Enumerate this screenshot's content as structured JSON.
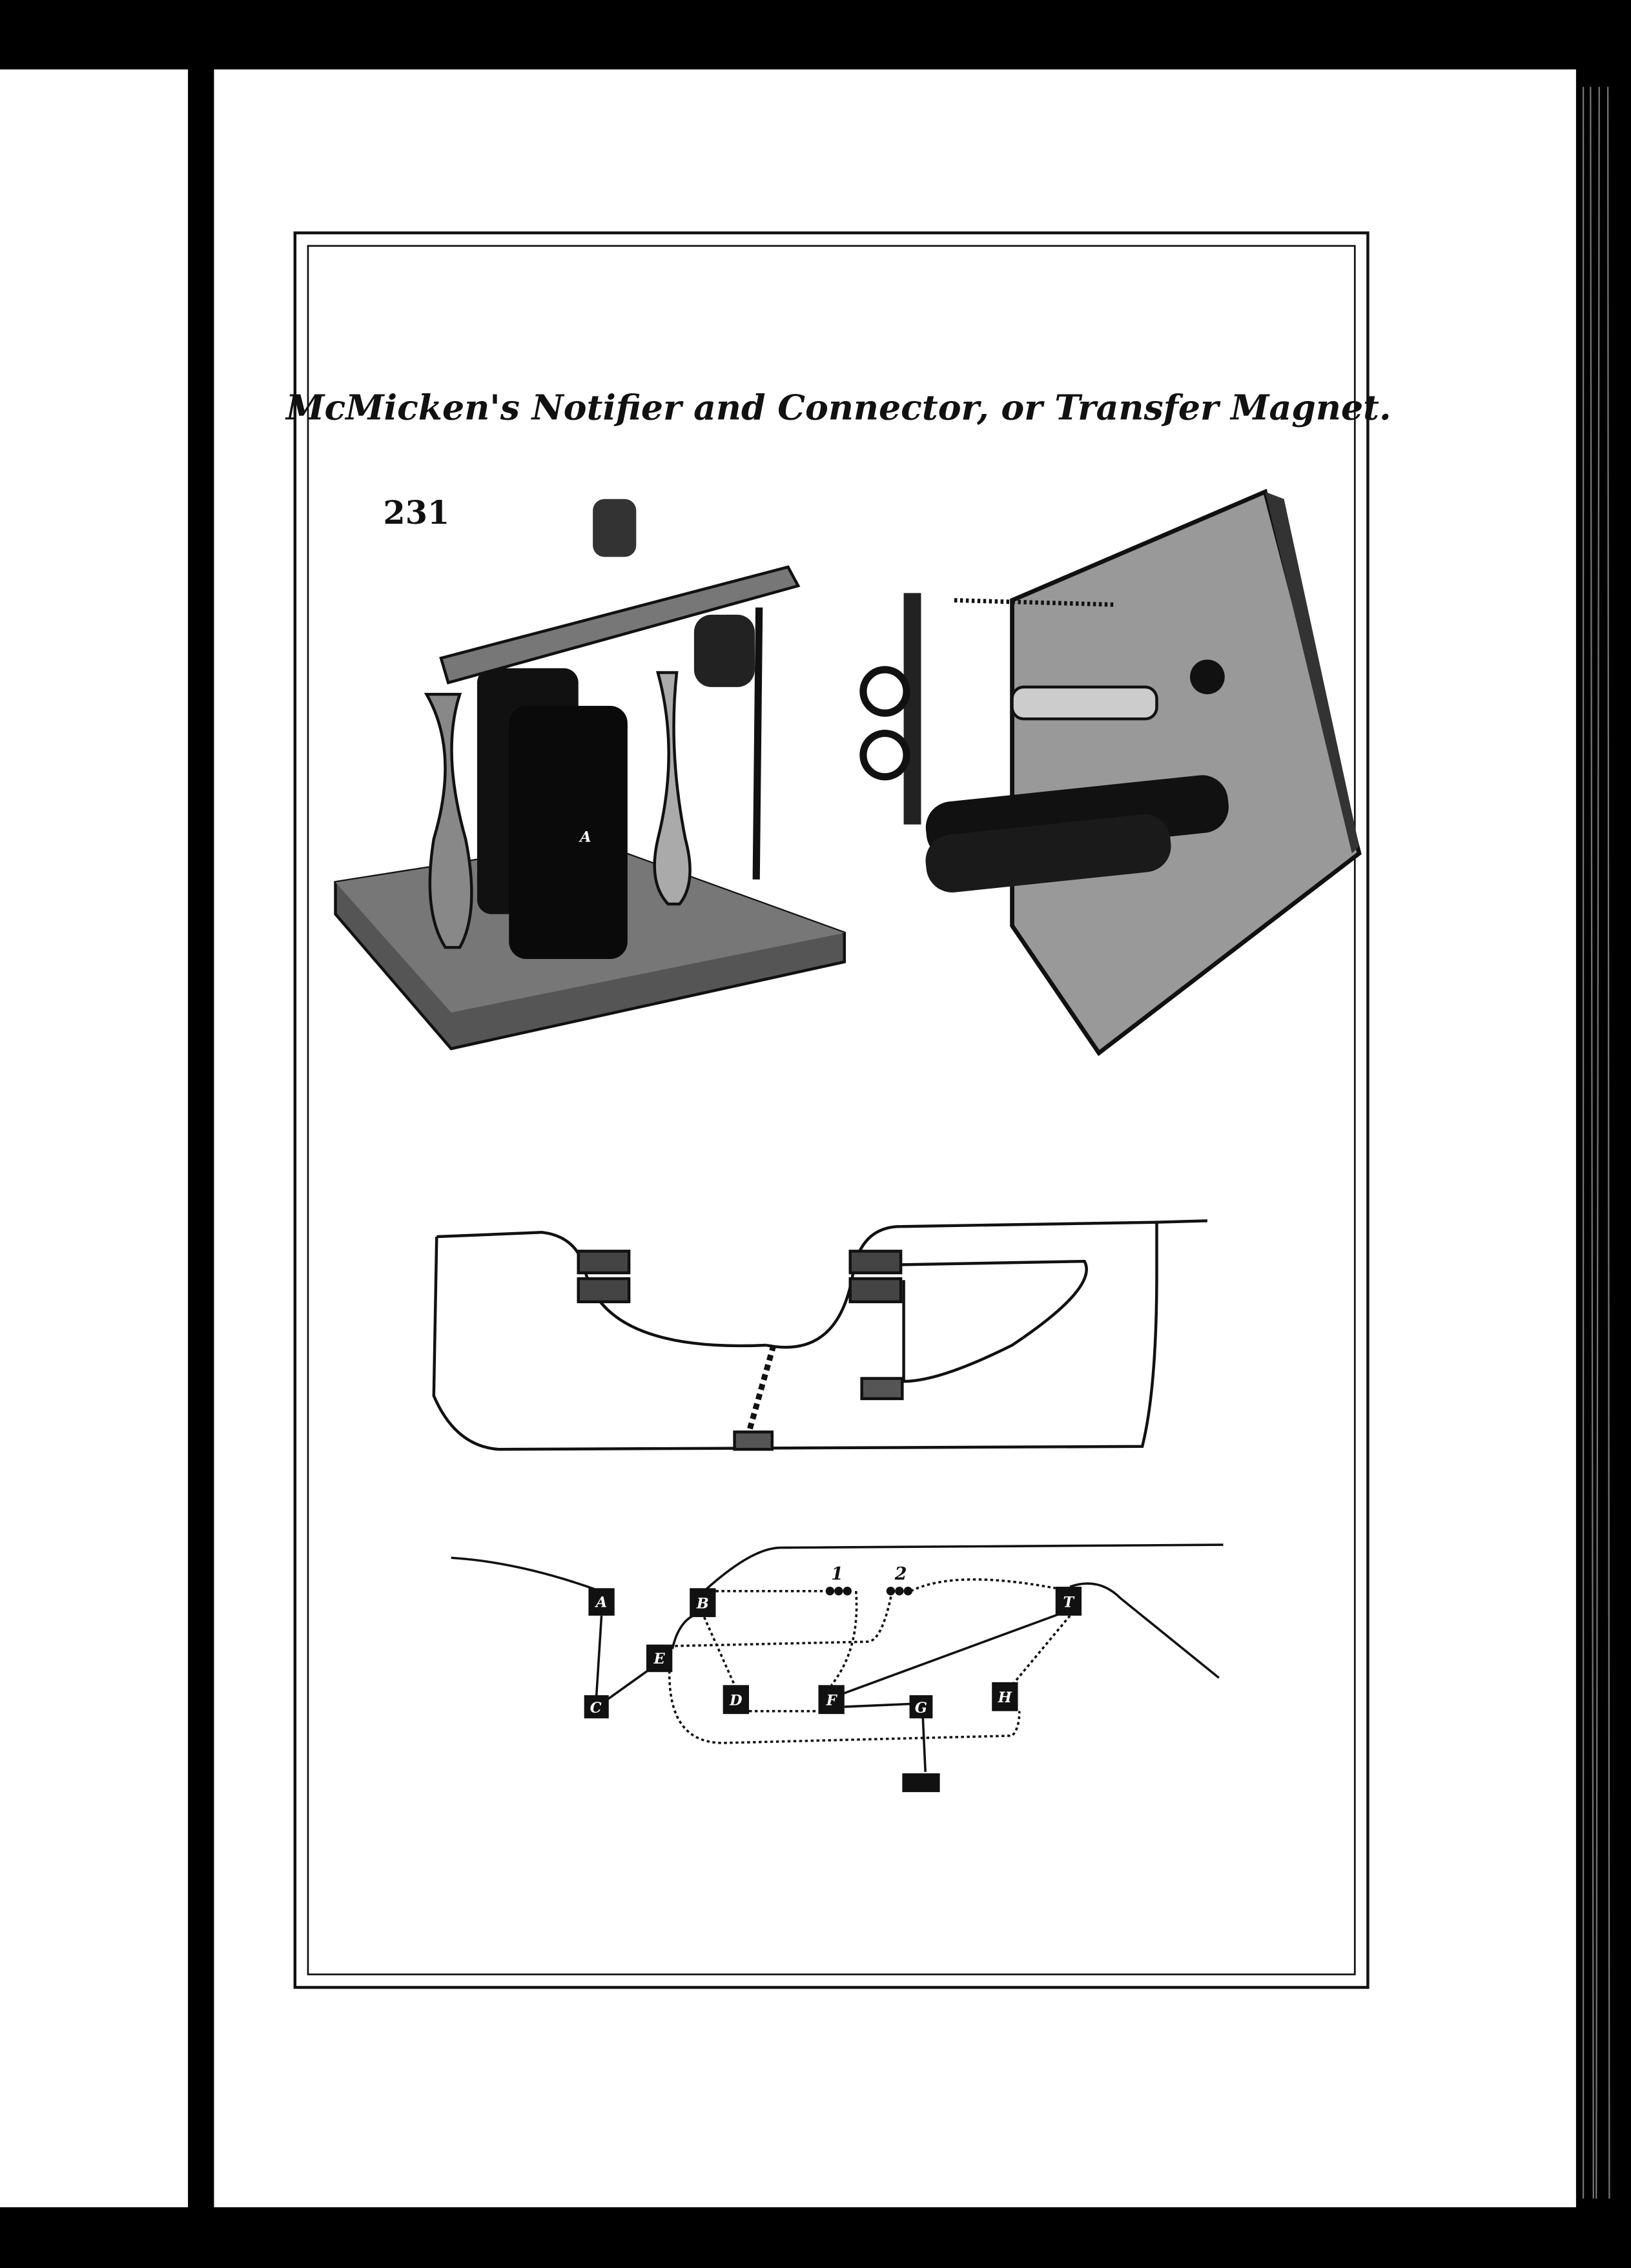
{
  "plate": {
    "title": "McMicken's Notifier and Connector, or Transfer Magnet.",
    "plate_number": "231",
    "figure_label_a": "A",
    "circuit_labels": {
      "a": "A",
      "b": "B",
      "c": "C",
      "d": "D",
      "e": "E",
      "f": "F",
      "g": "G",
      "h": "H",
      "t": "T",
      "one": "1",
      "two": "2"
    }
  }
}
